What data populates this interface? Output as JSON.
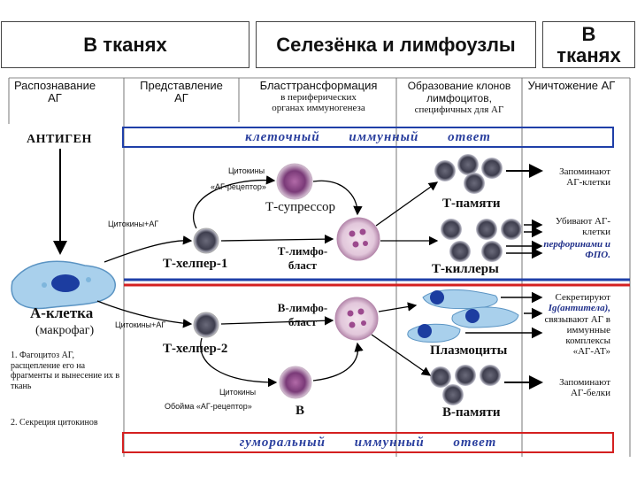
{
  "headers": {
    "left": "В тканях",
    "middle": "Селезёнка и лимфоузлы",
    "right": "В тканях"
  },
  "columns": {
    "c1": {
      "title": "Распознавание АГ"
    },
    "c2": {
      "title": "Представление АГ"
    },
    "c3": {
      "title": "Бласттрансформация",
      "sub": "в периферических органах иммуногенеза"
    },
    "c4": {
      "title": "Образование клонов лимфоцитов,",
      "sub": "специфичных для АГ"
    },
    "c5": {
      "title": "Уничтожение АГ"
    }
  },
  "antigen": "АНТИГЕН",
  "cellular_band": "клеточный иммунный ответ",
  "humoral_band": "гуморальный иммунный ответ",
  "cells": {
    "t_suppressor": "Т-супрессор",
    "t_lymphoblast": "Т-лимфо- бласт",
    "t_helper1": "Т-хелпер-1",
    "t_memory": "Т-памяти",
    "t_killers": "Т-киллеры",
    "a_cell": "А-клетка",
    "macrophage": "(макрофаг)",
    "b_lymphoblast": "В-лимфо- бласт",
    "t_helper2": "Т-хелпер-2",
    "plasmocytes": "Плазмоциты",
    "b": "В",
    "b_memory": "В-памяти"
  },
  "small_labels": {
    "cytokines_top": "Цитокины",
    "ag_receptor_top": "«АГ-рецептор»",
    "cytokines_ag_1": "Цитокины+АГ",
    "cytokines_ag_2": "Цитокины+АГ",
    "cytokines_bottom": "Цитокины",
    "receptor_coat": "Обойма «АГ-рецептор»"
  },
  "outcomes": {
    "t_memory": "Запоминают АГ-клетки",
    "killers_1": "Убивают АГ-клетки",
    "killers_2": "перфоринами и ФПО.",
    "plasma_1": "Секретируют",
    "plasma_2": "Ig(антитела),",
    "plasma_3": "связывают АГ в иммунные комплексы «АГ-АТ»",
    "b_memory": "Запоминают АГ-белки"
  },
  "notes": {
    "n1": "1. Фагоцитоз АГ, расщепление его на фрагменты и вынесение их в ткань",
    "n2": "2. Секреция цитокинов"
  },
  "colors": {
    "band_blue": "#1f3fa8",
    "band_red": "#d42020",
    "band_text": "#2a3f9e",
    "cell_purple": "#7a3a78",
    "cell_light": "#e9d6e4",
    "macrophage": "#7fb6dc"
  }
}
